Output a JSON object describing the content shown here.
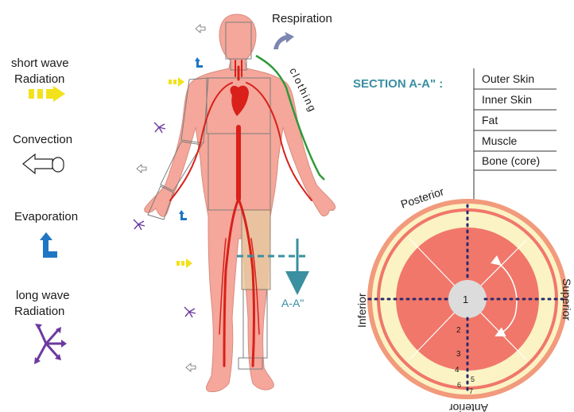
{
  "legend": {
    "shortwave": "short wave\nRadiation",
    "convection": "Convection",
    "evaporation": "Evaporation",
    "longwave": "long wave\nRadiation"
  },
  "body": {
    "respiration": "Respiration",
    "clothing": "clothing",
    "section_arrow": "A-A\""
  },
  "section": {
    "title": "SECTION A-A\" :",
    "layers": [
      "Outer Skin",
      "Inner Skin",
      "Fat",
      "Muscle",
      "Bone (core)"
    ],
    "posterior": "Posterior",
    "inferior": "Inferior",
    "superior": "Superior",
    "anterior": "Anterior",
    "center_label": "1",
    "points": [
      "2",
      "3",
      "4",
      "5",
      "6",
      "7"
    ]
  },
  "colors": {
    "skin": "#f4a79a",
    "artery": "#d9201a",
    "outer_ring": "#f29a7c",
    "fat": "#fbf3c4",
    "muscle": "#f0776a",
    "bone": "#dcdcdc",
    "teal": "#3a8fa0",
    "clothing": "#2e9a3a"
  }
}
